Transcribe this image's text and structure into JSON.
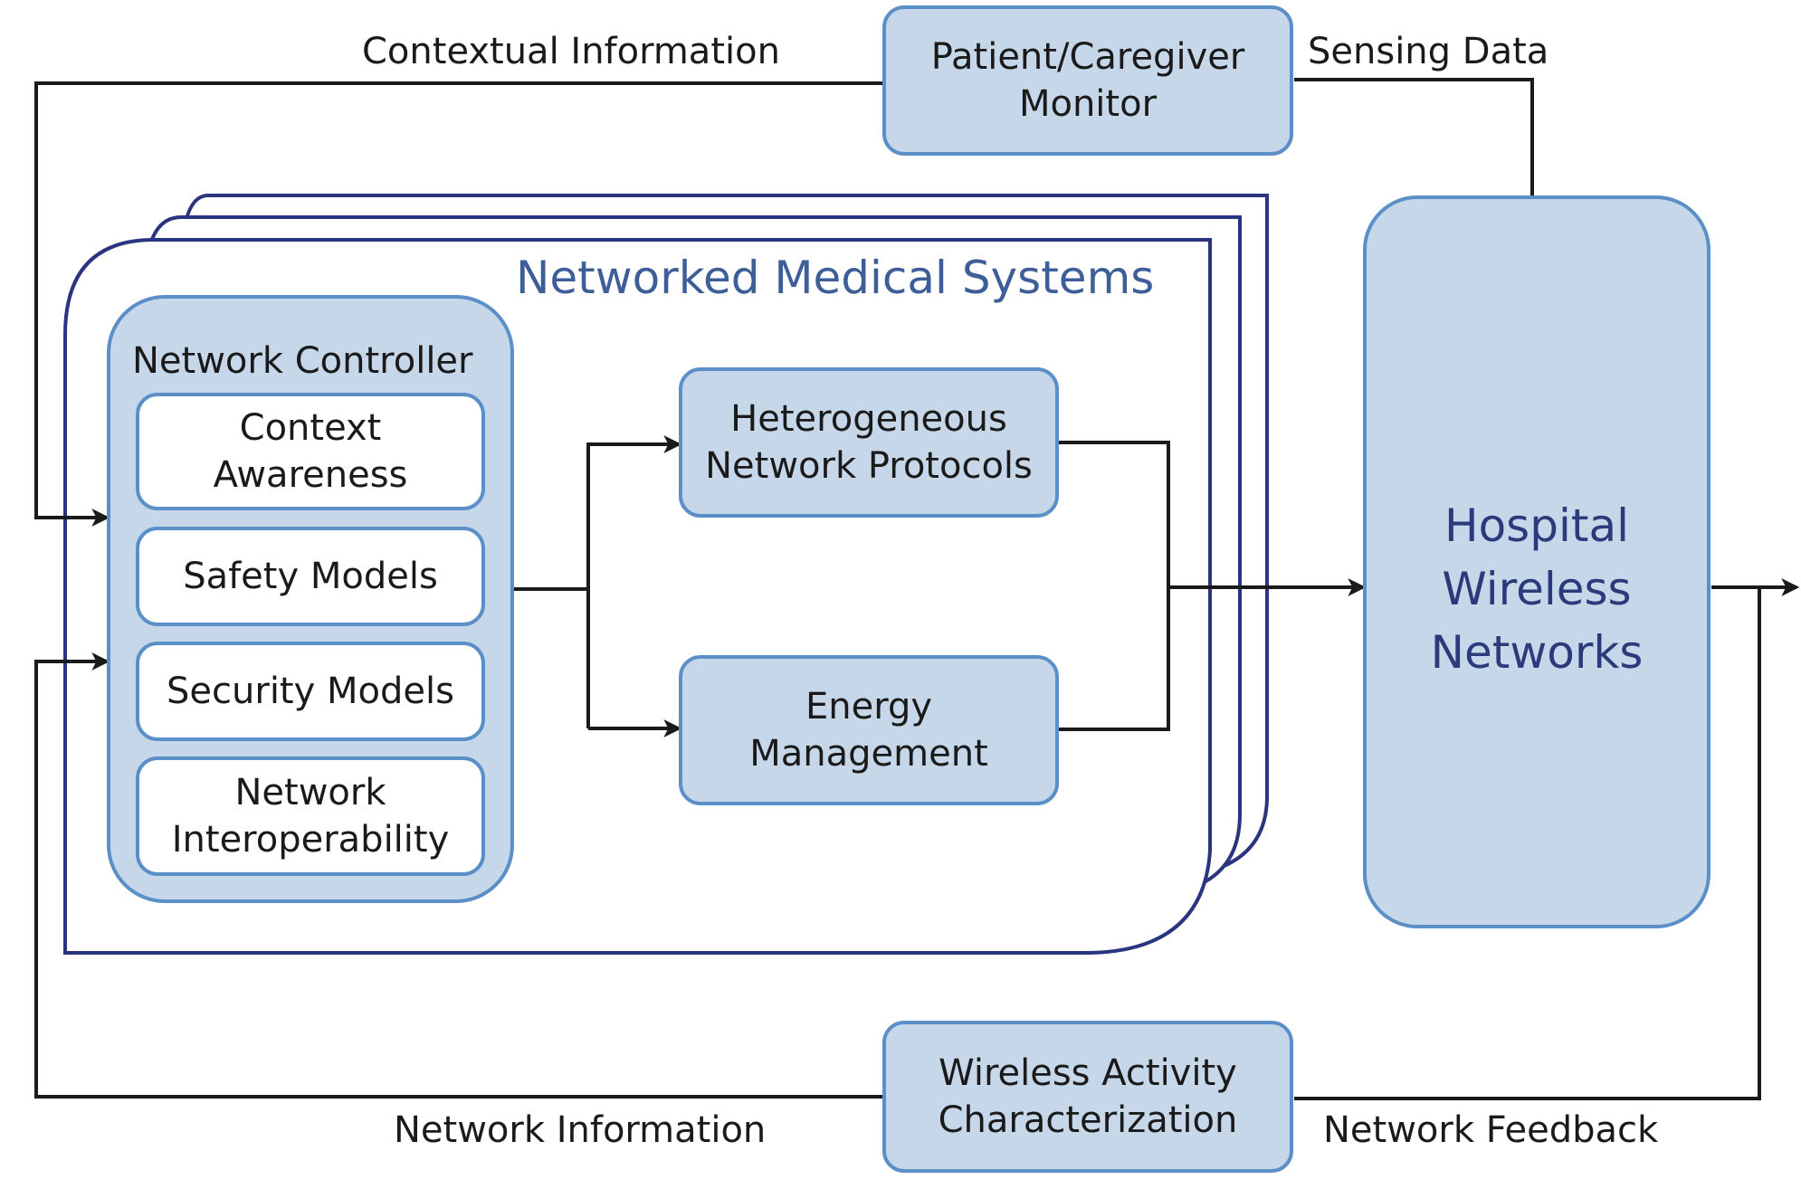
{
  "colors": {
    "box_fill": "#c6d7ea",
    "box_border": "#5b8fc7",
    "frame_border": "#2a347f",
    "title_text": "#3e5e99",
    "arrow": "#1a1a1a"
  },
  "diagram": {
    "title": "Networked Medical Systems",
    "network_controller": {
      "label": "Network Controller",
      "components": [
        {
          "line1": "Context",
          "line2": "Awareness"
        },
        {
          "line1": "Safety Models",
          "line2": ""
        },
        {
          "line1": "Security Models",
          "line2": ""
        },
        {
          "line1": "Network",
          "line2": "Interoperability"
        }
      ]
    },
    "heterogeneous": {
      "line1": "Heterogeneous",
      "line2": "Network Protocols"
    },
    "energy": {
      "line1": "Energy",
      "line2": "Management"
    },
    "monitor": {
      "line1": "Patient/Caregiver",
      "line2": "Monitor"
    },
    "hospital": {
      "line1": "Hospital",
      "line2": "Wireless",
      "line3": "Networks"
    },
    "wireless_activity": {
      "line1": "Wireless Activity",
      "line2": "Characterization"
    },
    "edge_labels": {
      "contextual_information": "Contextual Information",
      "sensing_data": "Sensing Data",
      "network_information": "Network Information",
      "network_feedback": "Network Feedback"
    }
  }
}
